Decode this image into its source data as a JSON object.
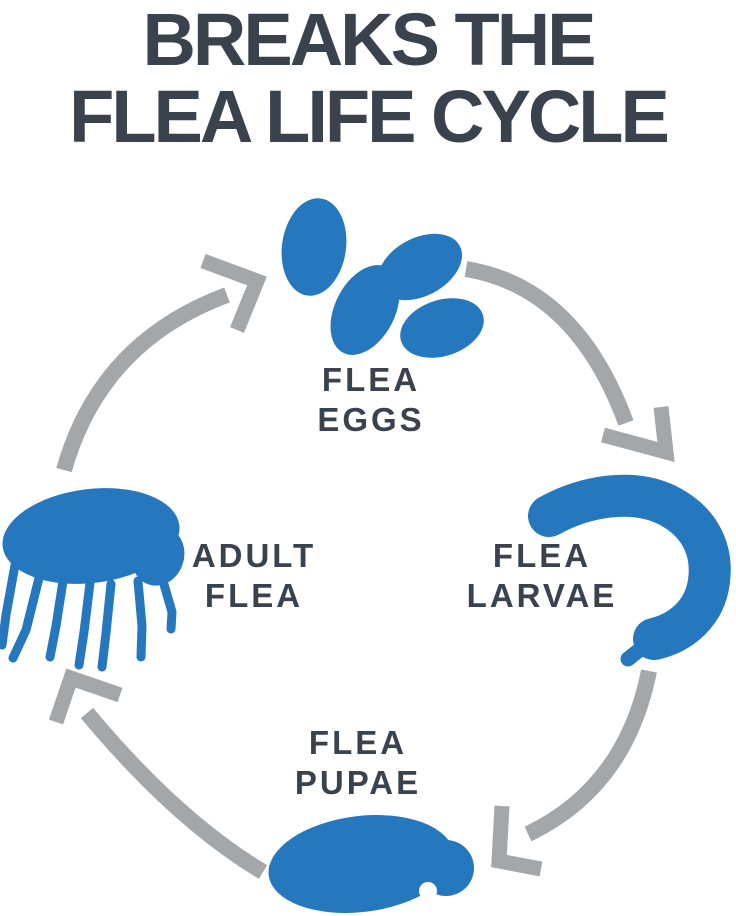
{
  "title": {
    "line1": "BREAKS THE",
    "line2": "FLEA LIFE CYCLE"
  },
  "stages": {
    "eggs": {
      "label": "FLEA\nEGGS",
      "icon": "flea-eggs-icon",
      "position": "top"
    },
    "larvae": {
      "label": "FLEA\nLARVAE",
      "icon": "flea-larvae-icon",
      "position": "right"
    },
    "pupae": {
      "label": "FLEA\nPUPAE",
      "icon": "flea-pupae-icon",
      "position": "bottom"
    },
    "adult": {
      "label": "ADULT\nFLEA",
      "icon": "adult-flea-icon",
      "position": "left"
    }
  },
  "cycle": {
    "direction": "clockwise",
    "order": [
      "eggs",
      "larvae",
      "pupae",
      "adult"
    ]
  },
  "colors": {
    "shape_blue": "#2577BE",
    "arrow_gray": "#A4A7AA",
    "text_dark": "#39424D",
    "background": "#FFFFFF"
  }
}
